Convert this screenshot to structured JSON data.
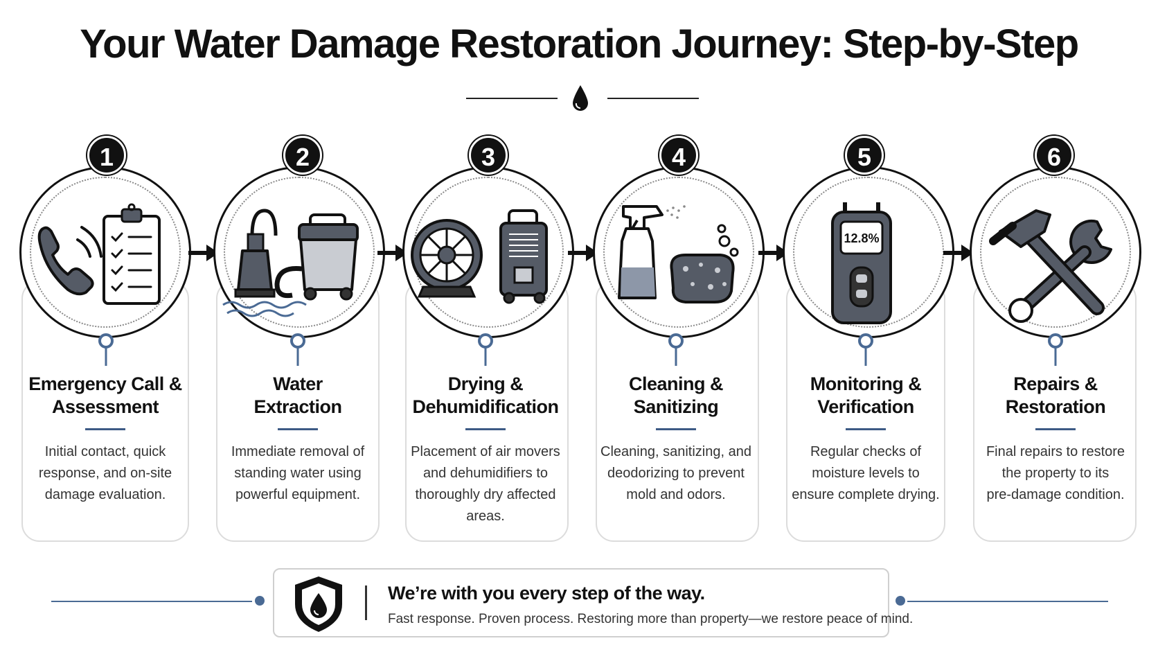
{
  "title": "Your Water Damage Restoration Journey: Step-by-Step",
  "steps": [
    {
      "number": "1",
      "title_line1": "Emergency Call &",
      "title_line2": "Assessment",
      "desc_line1": "Initial contact, quick",
      "desc_line2": "response, and on-site",
      "desc_line3": "damage evaluation.",
      "desc_line4": "",
      "icons": [
        "phone-icon",
        "clipboard-checklist-icon"
      ]
    },
    {
      "number": "2",
      "title_line1": "Water",
      "title_line2": "Extraction",
      "desc_line1": "Immediate removal of",
      "desc_line2": "standing water using",
      "desc_line3": "powerful equipment.",
      "desc_line4": "",
      "icons": [
        "submersible-pump-icon",
        "wet-vacuum-icon"
      ]
    },
    {
      "number": "3",
      "title_line1": "Drying &",
      "title_line2": "Dehumidification",
      "desc_line1": "Placement of air movers",
      "desc_line2": "and dehumidifiers to",
      "desc_line3": "thoroughly dry affected",
      "desc_line4": "areas.",
      "icons": [
        "air-mover-fan-icon",
        "dehumidifier-icon"
      ]
    },
    {
      "number": "4",
      "title_line1": "Cleaning &",
      "title_line2": "Sanitizing",
      "desc_line1": "Cleaning, sanitizing, and",
      "desc_line2": "deodorizing to prevent",
      "desc_line3": "mold and odors.",
      "desc_line4": "",
      "icons": [
        "spray-bottle-icon",
        "sponge-icon"
      ]
    },
    {
      "number": "5",
      "title_line1": "Monitoring &",
      "title_line2": "Verification",
      "desc_line1": "Regular checks of",
      "desc_line2": "moisture levels to",
      "desc_line3": "ensure complete drying.",
      "desc_line4": "",
      "icons": [
        "moisture-meter-icon"
      ],
      "meter_reading": "12.8%"
    },
    {
      "number": "6",
      "title_line1": "Repairs &",
      "title_line2": "Restoration",
      "desc_line1": "Final repairs to restore",
      "desc_line2": "the property to its",
      "desc_line3": "pre-damage condition.",
      "desc_line4": "",
      "icons": [
        "hammer-icon",
        "wrench-icon"
      ]
    }
  ],
  "footer": {
    "headline": "We’re with you every step of the way.",
    "subtext": "Fast response. Proven process. Restoring more than property—we restore peace of mind.",
    "icon": "shield-water-drop-icon"
  },
  "colors": {
    "accent": "#3d5a85",
    "text": "#111111",
    "icon_gray": "#555b66",
    "card_border": "#dcdcdc"
  }
}
